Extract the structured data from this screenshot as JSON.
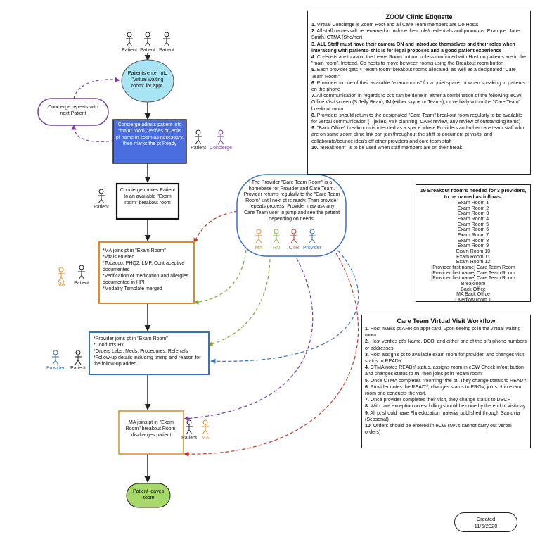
{
  "etiquette": {
    "title": "ZOOM Clinic Etiquette",
    "rules": [
      {
        "num": "1.",
        "text": "Virtual Concierge is Zoom Host and all Care Team members are Co-Hosts",
        "bold": false
      },
      {
        "num": "2.",
        "text": "All staff names will be renamed to include their role/credentials and pronouns. Example: Jane Smith, CTMA (She/her)",
        "bold": false
      },
      {
        "num": "3.",
        "text": "ALL Staff must have their camera ON and introduce themselves and their roles when interacting with patients- this is for legal proposes and a good patient experience",
        "bold": true
      },
      {
        "num": "4.",
        "text": "Co-Hosts are to avoid the Leave Room button, unless confirmed with Host no patients are in the \"main room\". Instead, Co-hosts to move between rooms using the Breakout room button",
        "bold": false
      },
      {
        "num": "5.",
        "text": "Each provider gets 4 \"exam room\" breakout rooms allocated, as well as a designated \"Care Team Room\"",
        "bold": false
      },
      {
        "num": "6.",
        "text": "Providers to one of their available \"exam rooms\" for a quiet space, or  when speaking to patients on the phone",
        "bold": false
      },
      {
        "num": "7.",
        "text": "All communication in regards to pt's can be done in either a combination of the following: eCW Office Visit screen (S Jelly Bean), IM (either skype or Teams), or verbally within the \"Care Team\" breakout room",
        "bold": false
      },
      {
        "num": "8.",
        "text": "Providers should return to the designated \"Care Team\" breakout room regularly to be available for verbal communication (T jellies, visit planning, CAIR review, any review of outstanding items)",
        "bold": false
      },
      {
        "num": "9.",
        "text": "\"Back Office\" breakroom is intended as a space where Providers and other care team staff who are on same zoom clinic link can join throughout the shift to document pt visits, and collaborate/bounce idea's off other providers and care team staff",
        "bold": false
      },
      {
        "num": "10.",
        "text": "\"Breakroom\" is to be used when staff members are on their break",
        "bold": false
      }
    ]
  },
  "breakout_rooms": {
    "title": "19 Breakout room's needed for 3 providers, to be named as follows:",
    "rooms": [
      "Exam Room 1",
      "Exam Room 2",
      "Exam Room 3",
      "Exam Room 4",
      "Exam Room 5",
      "Exam Room 6",
      "Exam Room 7",
      "Exam Room 8",
      "Exam Room 9",
      "Exam Room 10",
      "Exam Room 11",
      "Exam Room 12",
      "[Provider first name] Care Team Room",
      "[Provider first name] Care Team Room",
      "[Provider first name] Care Team Room",
      "Breakroom",
      "Back Office",
      "MA Back Office",
      "Overflow room 1"
    ]
  },
  "workflow": {
    "title": "Care Team Virtual Visit Workflow",
    "steps": [
      {
        "num": "1.",
        "text": "Host marks pt ARR on appt card, upon seeing pt in the virtual waiting room"
      },
      {
        "num": "2.",
        "text": "Host verifies pt's Name, DOB, and either one of the pt's phone numbers or addresses"
      },
      {
        "num": "3.",
        "text": "Host assign's pt to available exam room for provider, and changes visit status to READY"
      },
      {
        "num": "4.",
        "text": "CTMA notes READY status, assigns room in eCW Check-in/out button and changes status to IN, then joins pt in \"exam room\""
      },
      {
        "num": "5.",
        "text": "Once CTMA completes \"rooming\" the pt. They change status to READY"
      },
      {
        "num": "6.",
        "text": "Provider notes the READY, changes status to PROV, joins pt in exam room and conducts the visit."
      },
      {
        "num": "7.",
        "text": "Once provider completes their visit, they change status to DSCH"
      },
      {
        "num": "8.",
        "text": "With rare exception notes/ billing should be done by the end of visit/day"
      },
      {
        "num": "9.",
        "text": "All pt should have Flu education material published through Santovia (Seasonal)"
      },
      {
        "num": "10.",
        "text": "Orders should be entered in eCW (MA's cannot carry out verbal orders)"
      }
    ]
  },
  "flow": {
    "waiting_room": "Patients enter into \"virtual waiting room\" for appt.",
    "concierge_repeats": "Concierge repeats with next Patient",
    "admits": "Concierge admits patient into \"main\" room, verifies pt, edits pt name in zoom as necessary, then marks the pt Ready",
    "moves": "Concierge moves Patient to an available \"Exam room\" breakout room",
    "ma_joins": "*MA joins pt in \"Exam Room\"\n*Vitals entered\n*Tobacco, PHQ2, LMP, Contraceptive documented\n*Verification of medication and allergies documented in HPI\n*Modality Template merged",
    "provider_joins": "*Provider joins pt in \"Exam Room\"\n*Conducts Hx\n*Orders Labs, Meds, Procedures, Referrals\n*Follow-up details including timing and reason for the follow-up added.",
    "discharge": "MA joins pt in \"Exam Room\" breakout Room, discharges patient",
    "leaves": "Patient leaves zoom",
    "care_team_room": "The Provider \"Care Team Room\" is a homebase for Provider and Care Team.\nProvider returns regularly to the \"Care Team Room\" until next pt is ready. Then provider repeats process. Provider may ask any Care Team user to jump and see the patient depending on needs."
  },
  "actors": {
    "patient": "Patient",
    "concierge": "Concierge",
    "ma": "MA",
    "rn": "RN",
    "ctr": "CTR",
    "provider": "Provider"
  },
  "colors": {
    "waiting_room_fill": "#a8e4f3",
    "admits_fill": "#4a6ee0",
    "leaves_fill": "#a6d86a",
    "concierge_border": "#7b3fa0",
    "ma_border": "#e08a26",
    "provider_border": "#3a6fbf",
    "red_dash": "#c0392b",
    "green_dash": "#7fae3a",
    "olive_dash": "#8aa23a",
    "purple_dash": "#7b3fa0",
    "blue_dash": "#3a6fbf"
  },
  "created": {
    "label": "Created",
    "date": "11/5/2020"
  }
}
